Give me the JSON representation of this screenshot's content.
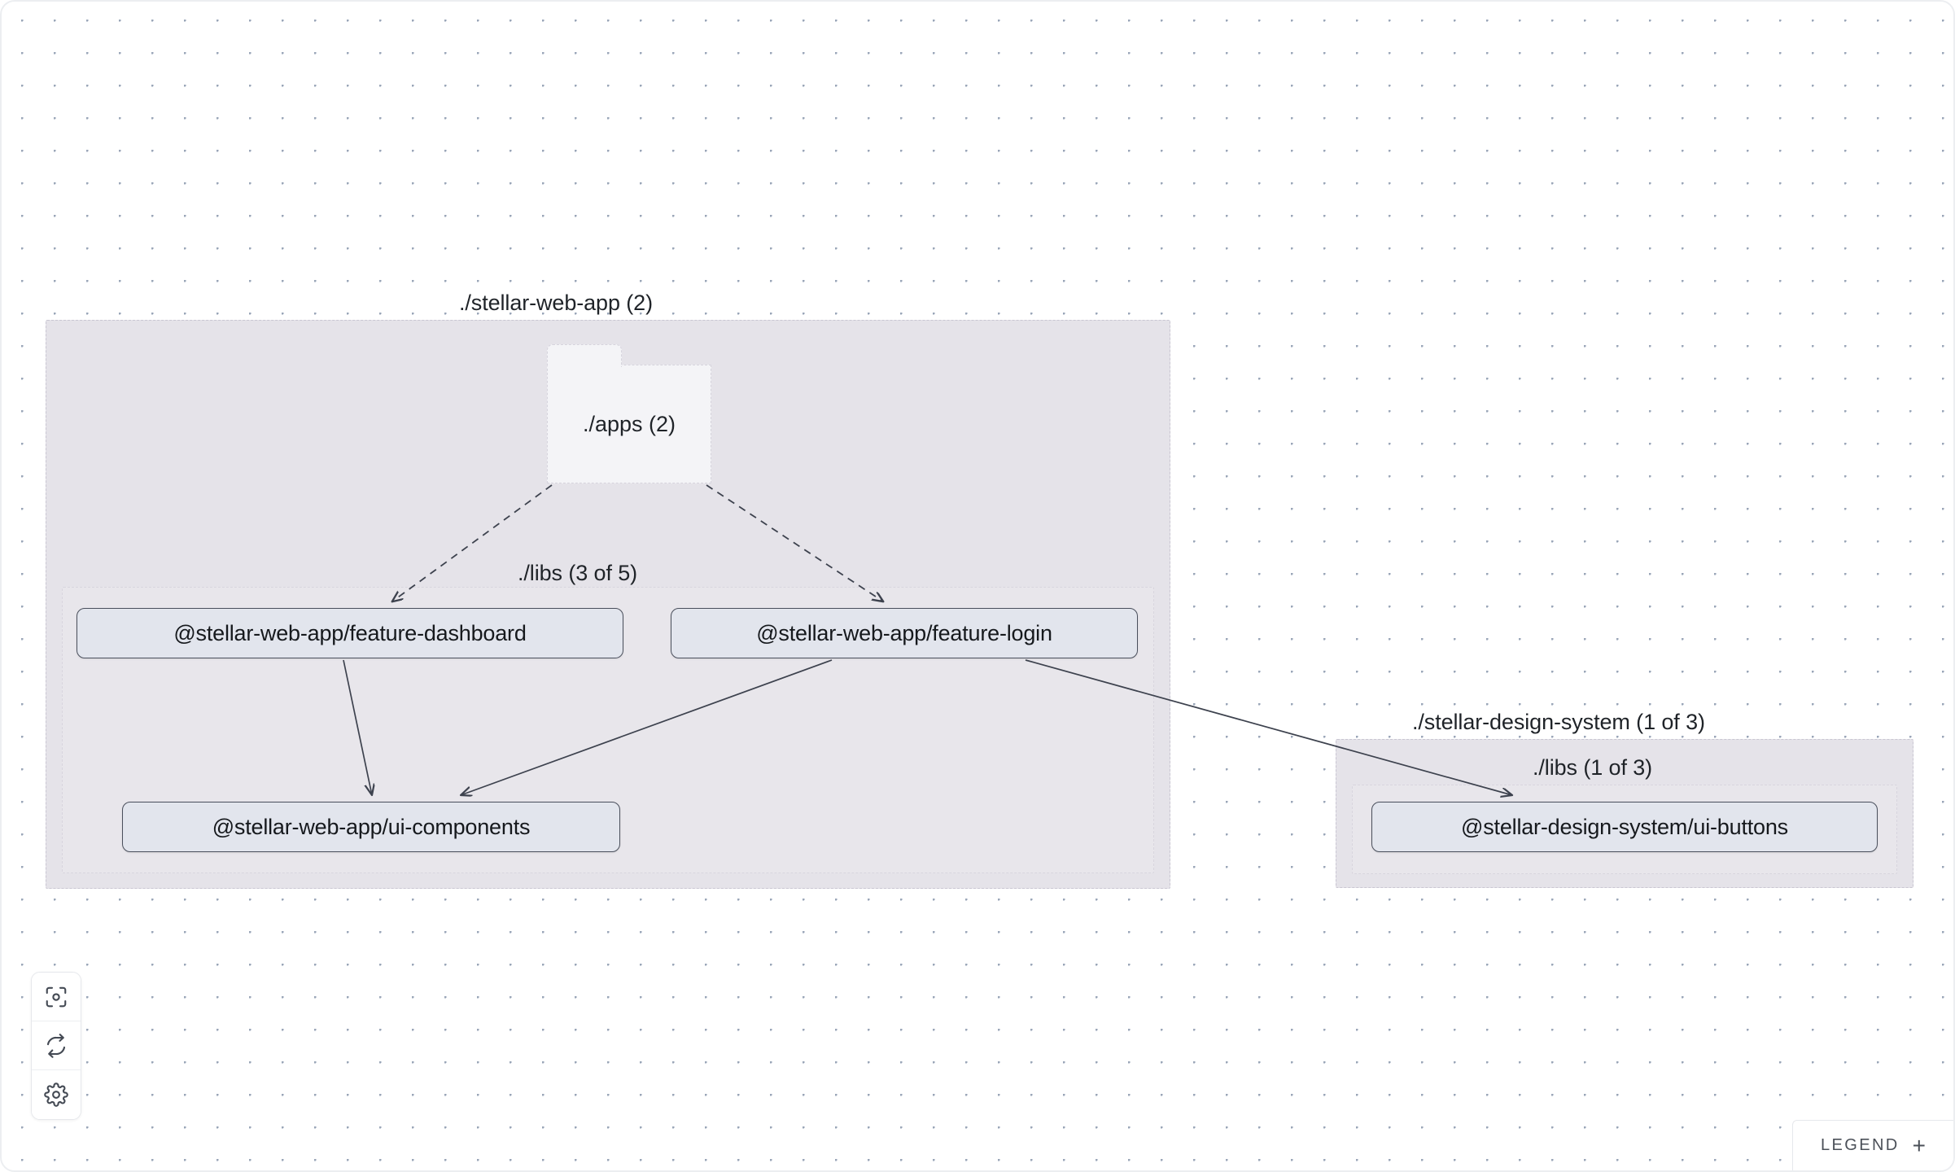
{
  "canvas": {
    "background_color": "#ffffff",
    "dot_color": "#9aa6b8",
    "dot_spacing": 40
  },
  "graph": {
    "type": "dependency-graph",
    "projects": [
      {
        "id": "stellar-web-app",
        "label": "./stellar-web-app (2)",
        "fill": "#e5e3e9",
        "groups": [
          {
            "id": "apps",
            "label": "./apps (2)",
            "kind": "folder"
          },
          {
            "id": "libs",
            "label": "./libs (3 of 5)",
            "kind": "container"
          }
        ]
      },
      {
        "id": "stellar-design-system",
        "label": "./stellar-design-system (1 of 3)",
        "fill": "#e5e3e9",
        "groups": [
          {
            "id": "ds-libs",
            "label": "./libs (1 of 3)",
            "kind": "container"
          }
        ]
      }
    ],
    "nodes": [
      {
        "id": "feature-dashboard",
        "label": "@stellar-web-app/feature-dashboard"
      },
      {
        "id": "feature-login",
        "label": "@stellar-web-app/feature-login"
      },
      {
        "id": "ui-components",
        "label": "@stellar-web-app/ui-components"
      },
      {
        "id": "ui-buttons",
        "label": "@stellar-design-system/ui-buttons"
      }
    ],
    "edges": [
      {
        "from": "apps",
        "to": "feature-dashboard",
        "style": "dashed"
      },
      {
        "from": "apps",
        "to": "feature-login",
        "style": "dashed"
      },
      {
        "from": "feature-dashboard",
        "to": "ui-components",
        "style": "solid"
      },
      {
        "from": "feature-login",
        "to": "ui-components",
        "style": "solid"
      },
      {
        "from": "feature-login",
        "to": "ui-buttons",
        "style": "solid"
      }
    ],
    "edge_color": "#4a4f5c"
  },
  "controls": {
    "focus": {
      "icon": "focus-target-icon",
      "title": "Focus"
    },
    "refresh": {
      "icon": "refresh-icon",
      "title": "Refresh"
    },
    "settings": {
      "icon": "gear-icon",
      "title": "Settings"
    }
  },
  "legend": {
    "label": "LEGEND",
    "plus": "+"
  }
}
